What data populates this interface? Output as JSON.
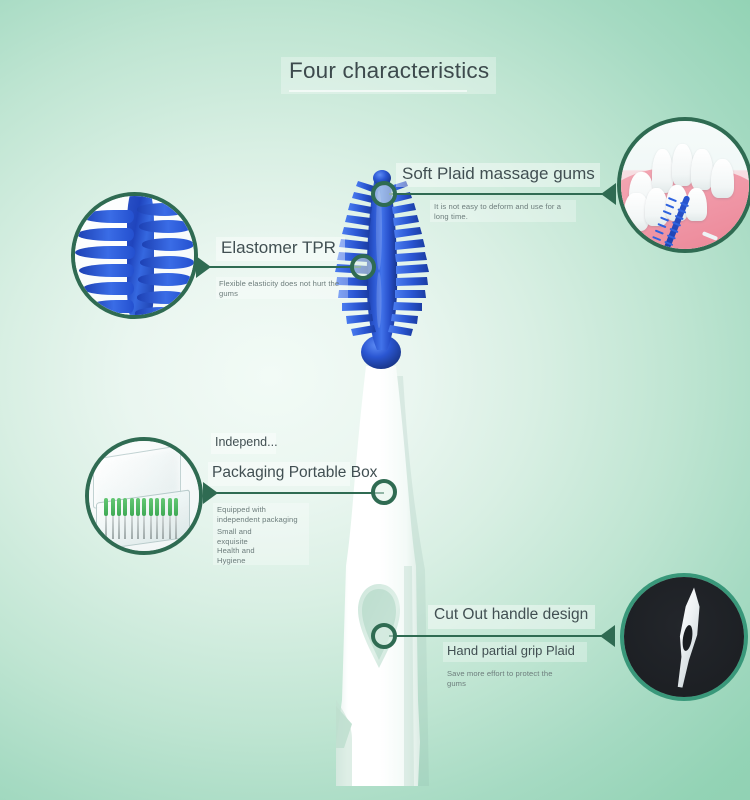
{
  "page": {
    "title": "Four characteristics",
    "background_colors": {
      "outer_mint": "#8ed1b0",
      "center_light": "#eaf6f0",
      "accent_dark_green": "#2f6b52",
      "product_blue": "#2450cf",
      "product_white": "#ffffff"
    }
  },
  "features": [
    {
      "id": "soft-plaid-massage-gums",
      "heading": "Soft Plaid massage gums",
      "description": "It is not easy to deform and use for a long time.",
      "position": "top-right",
      "inset_icon": "teeth-gums-brush-illustration"
    },
    {
      "id": "elastomer-tpr",
      "heading": "Elastomer TPR",
      "description": "Flexible elasticity does not hurt the gums",
      "position": "upper-left",
      "inset_icon": "blue-silicone-bristles-macro"
    },
    {
      "id": "packaging-portable-box",
      "heading": "Packaging Portable Box",
      "eyebrow": "Independ...",
      "bullets": [
        "Equipped with independent packaging",
        "Small and exquisite",
        "Health and Hygiene"
      ],
      "position": "lower-left",
      "inset_icon": "portable-box-with-picks"
    },
    {
      "id": "cut-out-handle-design",
      "heading": "Cut Out handle design",
      "subheading": "Hand partial grip Plaid",
      "description": "Save more effort to protect the gums",
      "position": "bottom-right",
      "inset_icon": "handle-cutout-closeup"
    }
  ],
  "product": {
    "name": "interdental-brush",
    "parts": [
      "soft-rubber-brush-head",
      "tapered-white-handle",
      "teardrop-cut-out-hole"
    ]
  }
}
